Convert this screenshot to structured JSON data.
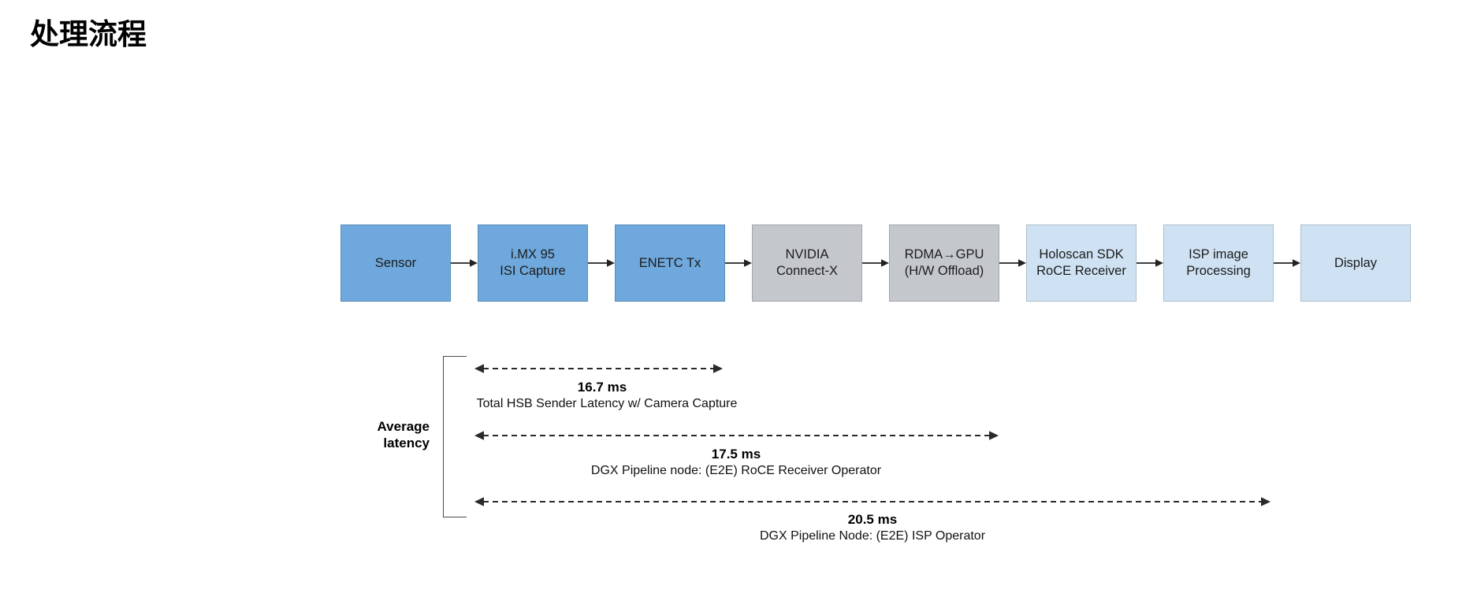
{
  "page": {
    "title": "处理流程"
  },
  "palette": {
    "node_blue": "#6fa8dc",
    "node_gray": "#c4c8cd",
    "node_light_blue": "#cfe2f3",
    "arrow_color": "#222222",
    "bracket_color": "#4a4a4a",
    "background": "#ffffff"
  },
  "flow": {
    "nodes": [
      {
        "label": "Sensor",
        "color": "#6fa8dc"
      },
      {
        "label": "i.MX 95\nISI Capture",
        "color": "#6fa8dc"
      },
      {
        "label": "ENETC Tx",
        "color": "#6fa8dc"
      },
      {
        "label": "NVIDIA\nConnect-X",
        "color": "#c4c8cd"
      },
      {
        "label": "RDMA→GPU\n(H/W Offload)",
        "color": "#c4c8cd"
      },
      {
        "label": "Holoscan SDK\nRoCE Receiver",
        "color": "#cfe2f3"
      },
      {
        "label": "ISP image\nProcessing",
        "color": "#cfe2f3"
      },
      {
        "label": "Display",
        "color": "#cfe2f3"
      }
    ]
  },
  "latency": {
    "group_label": "Average\nlatency",
    "items": [
      {
        "value": "16.7 ms",
        "description": "Total HSB Sender Latency w/ Camera Capture"
      },
      {
        "value": "17.5 ms",
        "description": "DGX Pipeline node: (E2E) RoCE Receiver Operator"
      },
      {
        "value": "20.5 ms",
        "description": "DGX Pipeline Node: (E2E) ISP Operator"
      }
    ]
  }
}
